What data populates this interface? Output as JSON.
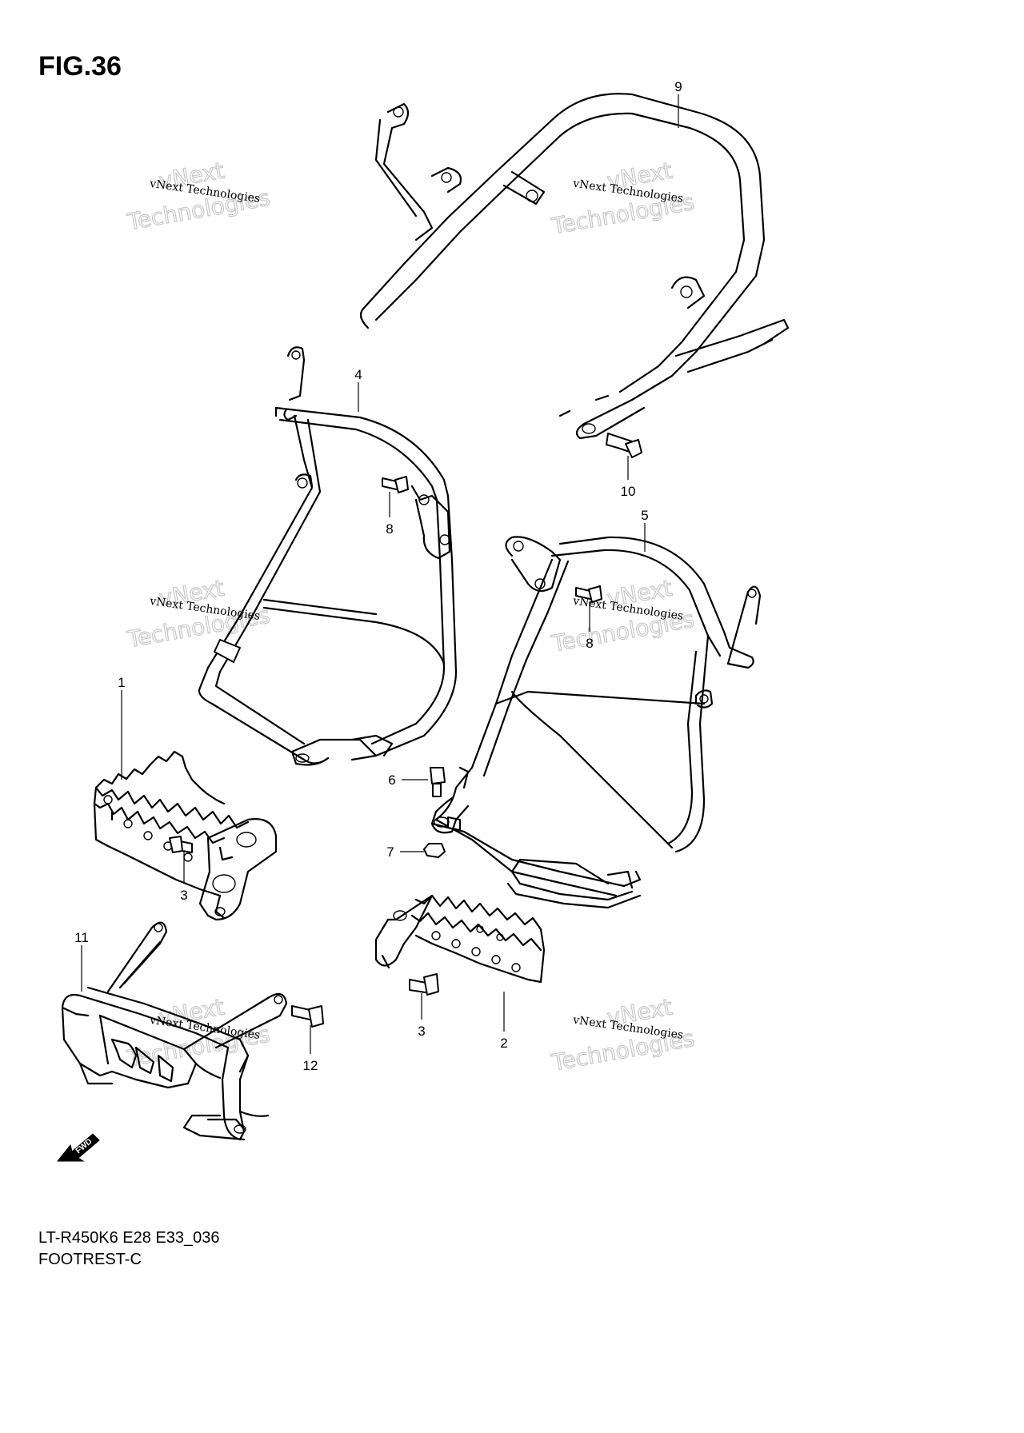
{
  "figure": {
    "title": "FIG.36",
    "code": "LT-R450K6 E28 E33_036",
    "caption": "FOOTREST-C"
  },
  "watermark": {
    "line1": "vNext Technologies",
    "line2": "Technologies",
    "line3": "vNext"
  },
  "fwd_label": "FWD",
  "parts": [
    {
      "num": "1"
    },
    {
      "num": "2"
    },
    {
      "num": "3"
    },
    {
      "num": "3"
    },
    {
      "num": "4"
    },
    {
      "num": "5"
    },
    {
      "num": "6"
    },
    {
      "num": "7"
    },
    {
      "num": "8"
    },
    {
      "num": "8"
    },
    {
      "num": "9"
    },
    {
      "num": "10"
    },
    {
      "num": "11"
    },
    {
      "num": "12"
    }
  ]
}
